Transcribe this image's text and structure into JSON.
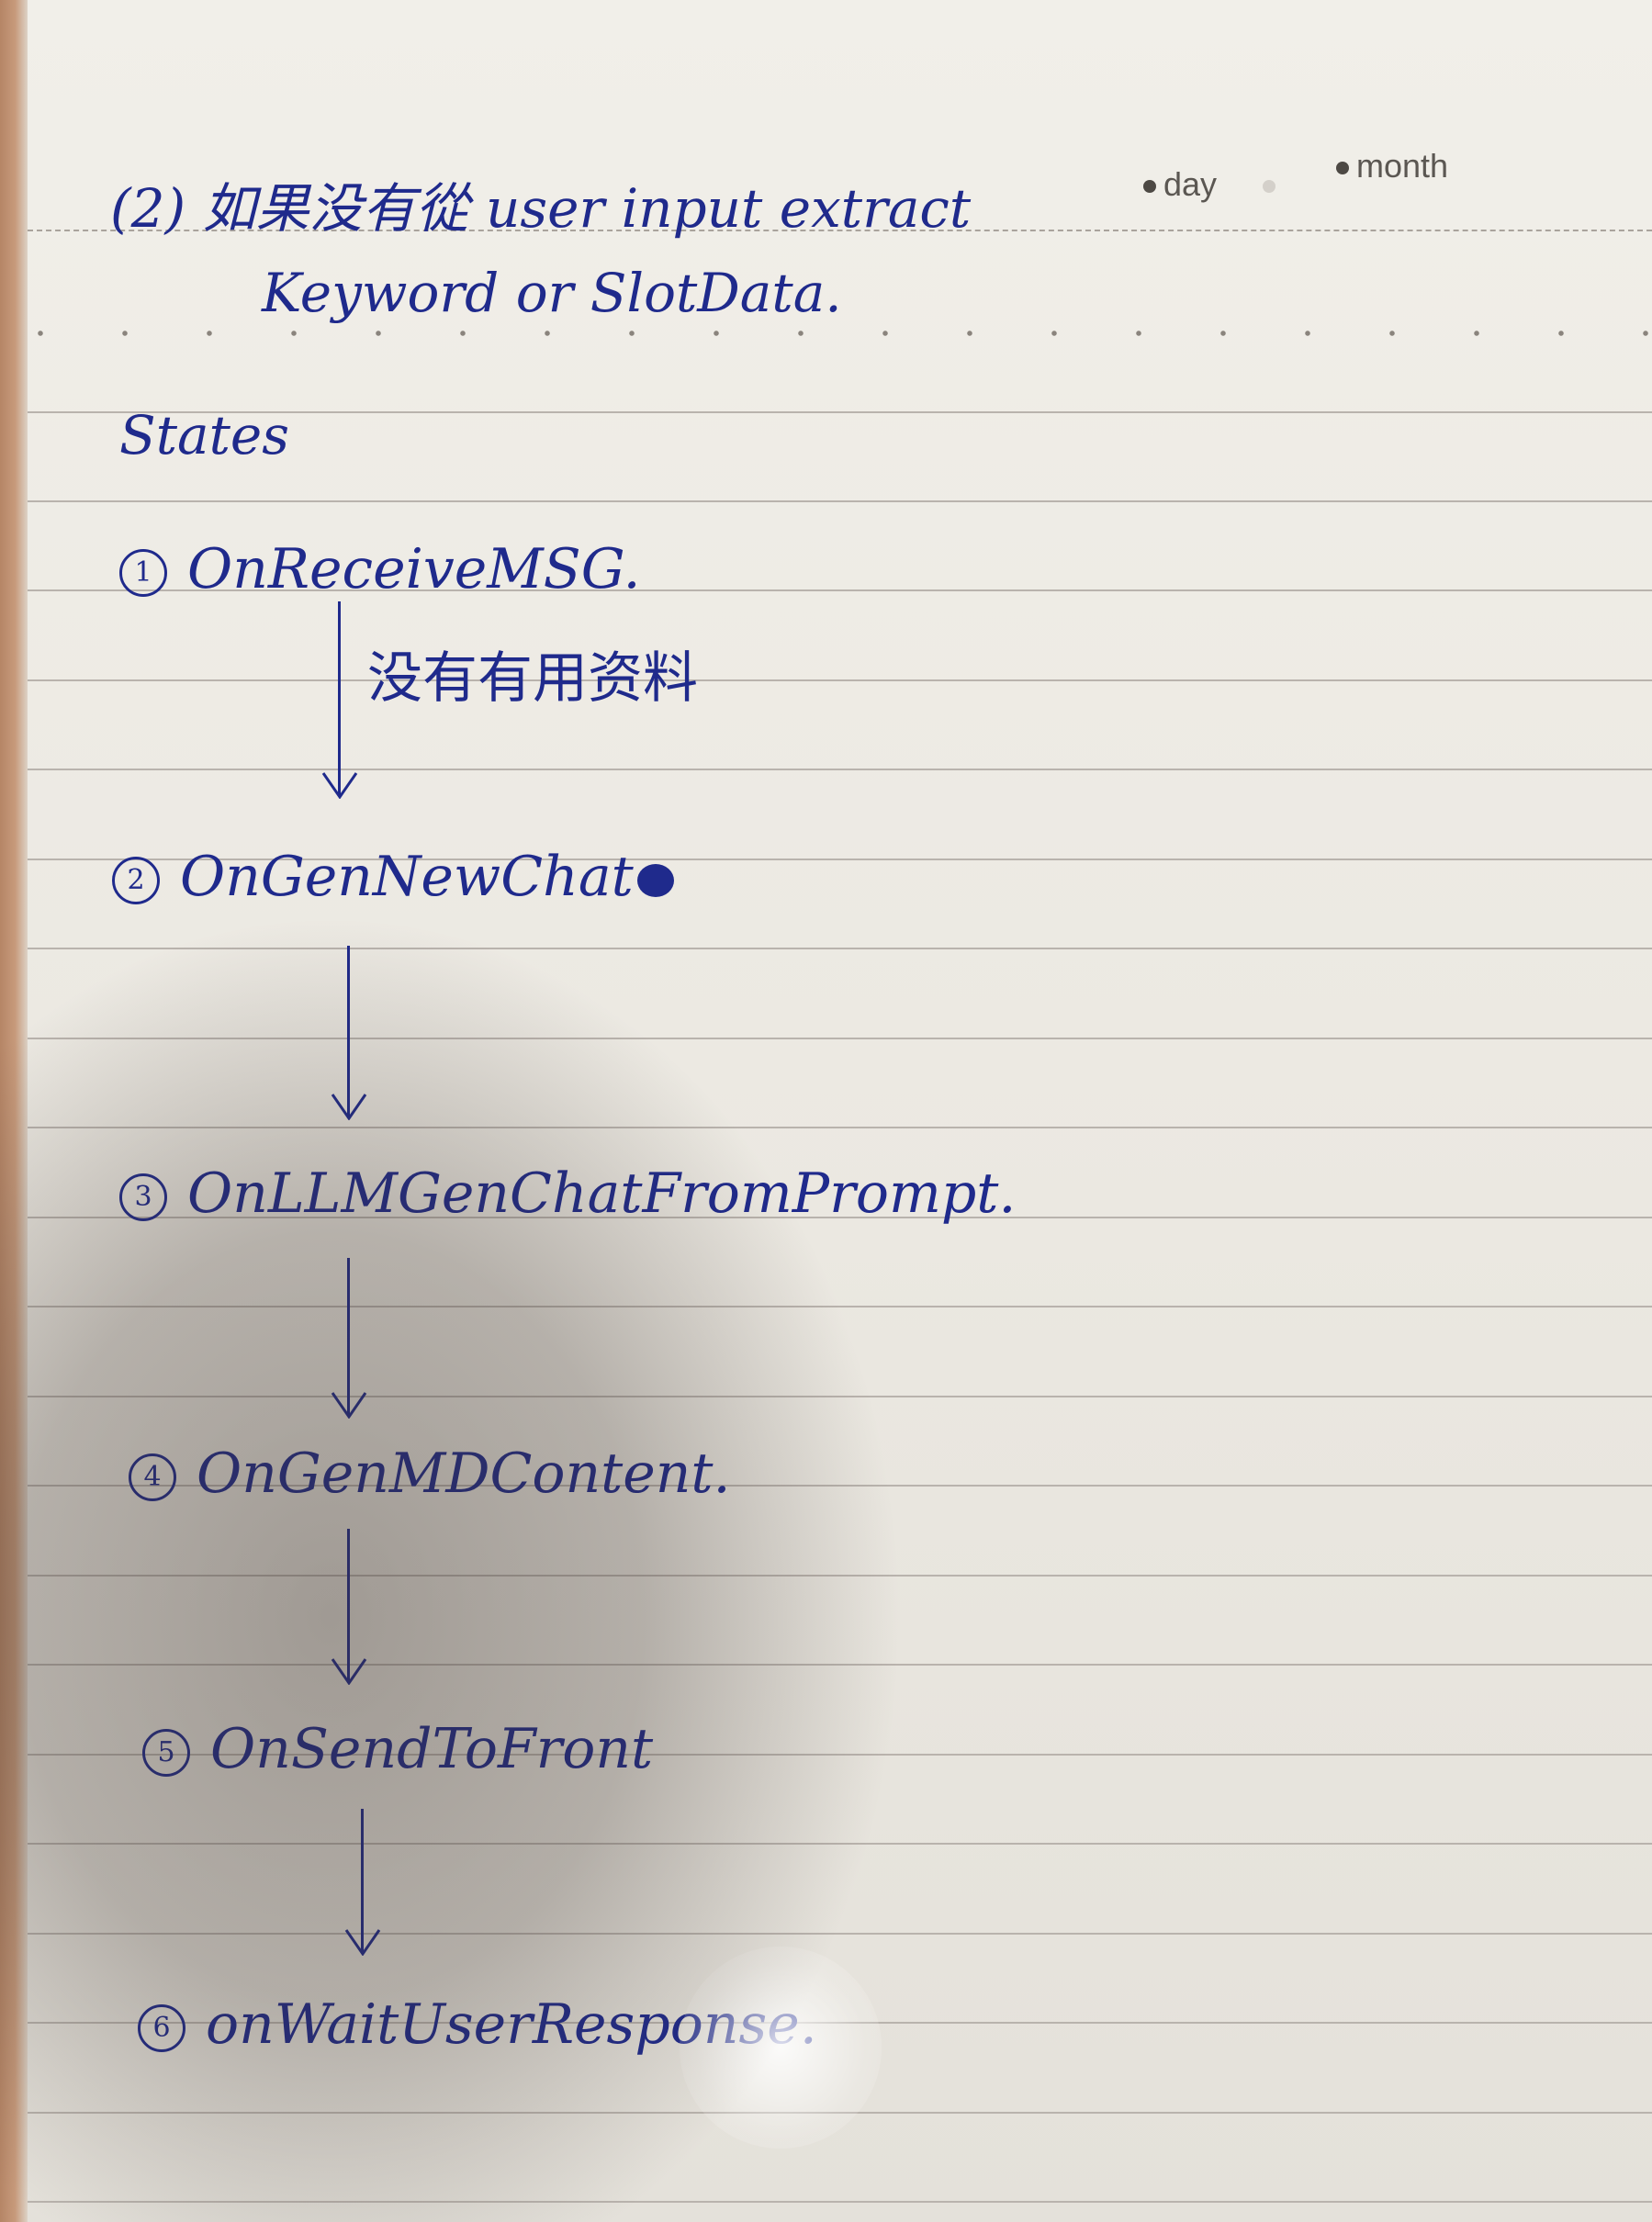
{
  "header": {
    "line1": "(2) 如果没有從 user input extract",
    "line2": "Keyword or SlotData."
  },
  "printed_labels": {
    "day": "day",
    "month": "month"
  },
  "section_title": "States",
  "steps": [
    {
      "num": "1",
      "label": "OnReceiveMSG."
    },
    {
      "num": "2",
      "label": "OnGenNewChat"
    },
    {
      "num": "3",
      "label": "OnLLMGenChatFromPrompt."
    },
    {
      "num": "4",
      "label": "OnGenMDContent."
    },
    {
      "num": "5",
      "label": "OnSendToFront"
    },
    {
      "num": "6",
      "label": "onWaitUserResponse."
    }
  ],
  "arrow_note": "没有有用资料",
  "colors": {
    "ink": "#1f2a8c",
    "paper": "#efece6",
    "rule": "#b9b3ad"
  }
}
